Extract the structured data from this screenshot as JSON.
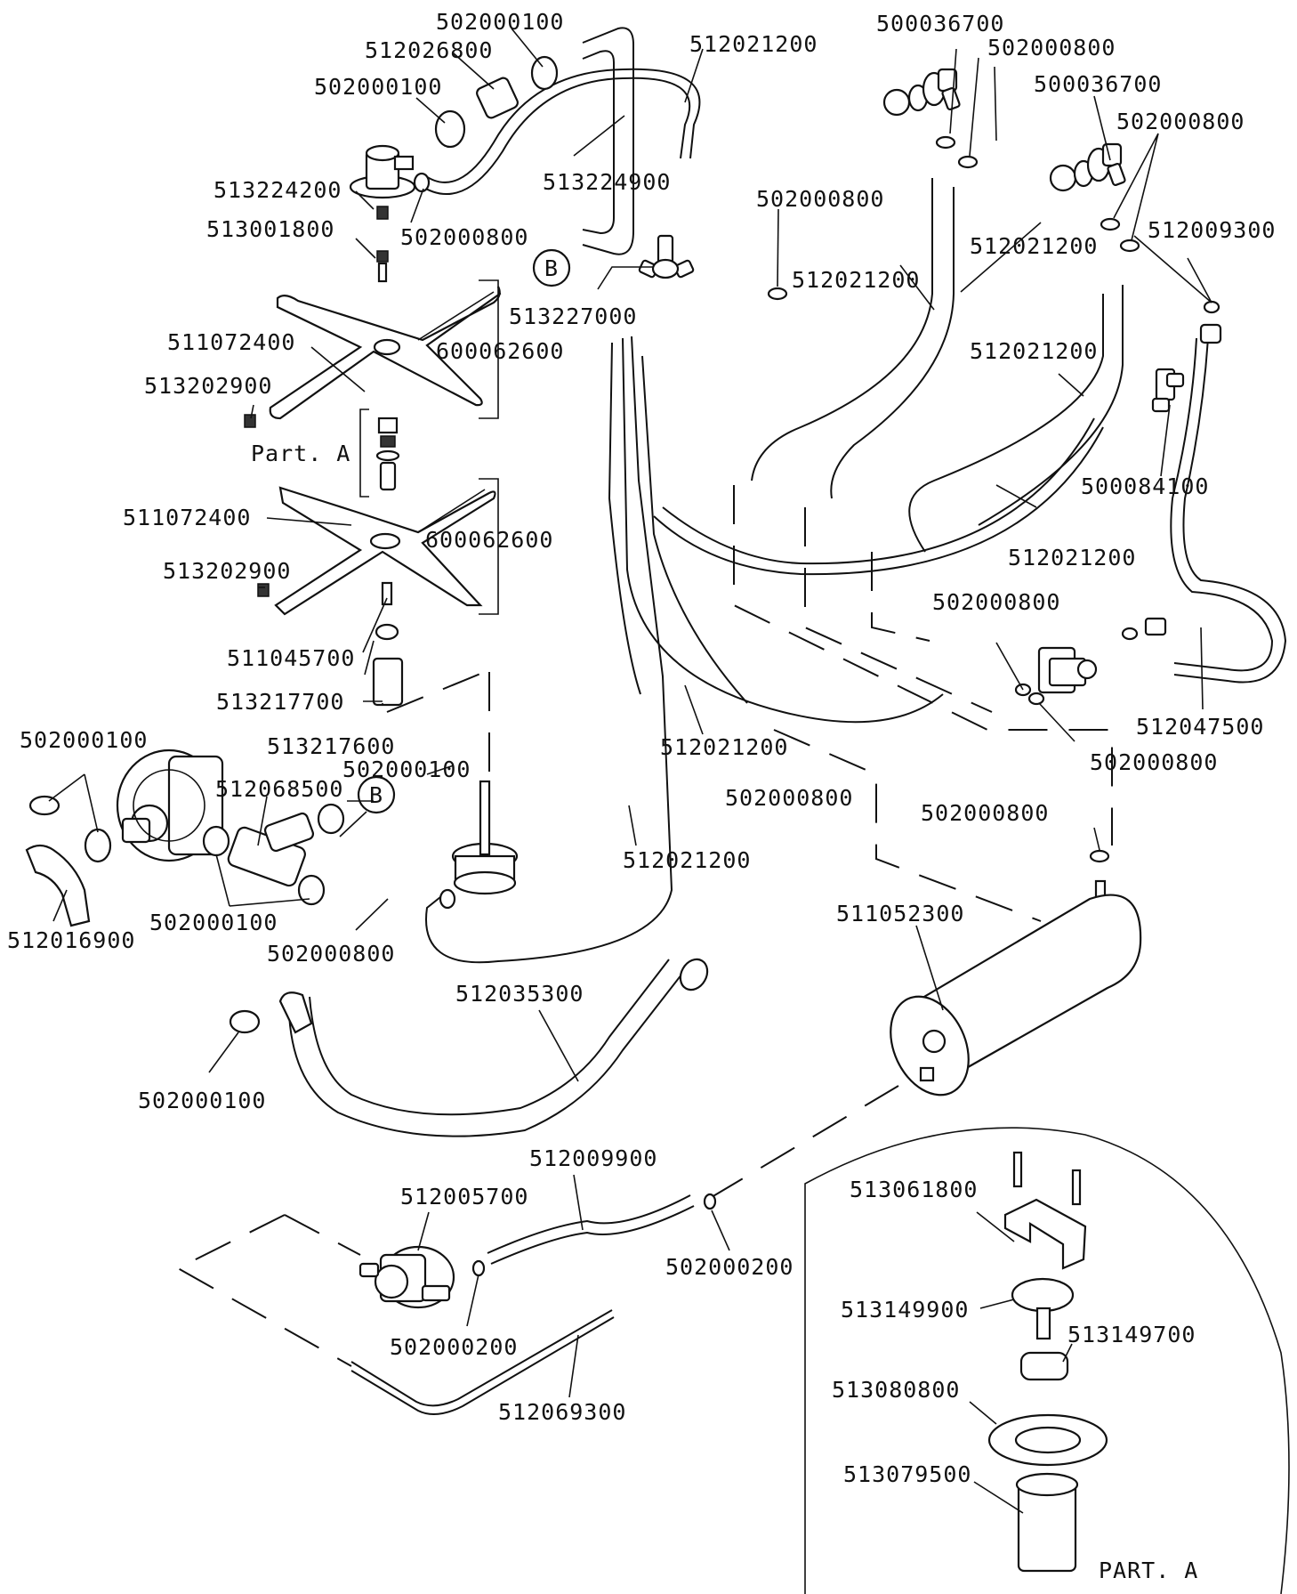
{
  "labels": {
    "p502000100_a": "502000100",
    "p512026800": "512026800",
    "p502000100_b": "502000100",
    "p512021200_top": "512021200",
    "p513224900": "513224900",
    "p513224200": "513224200",
    "p502000800_a": "502000800",
    "p513001800": "513001800",
    "marker_b_top": "B",
    "p513227000": "513227000",
    "p502000800_mid": "502000800",
    "p500036700_a": "500036700",
    "p502000800_b": "502000800",
    "p500036700_b": "500036700",
    "p502000800_c": "502000800",
    "p512021200_b": "512021200",
    "p512009300": "512009300",
    "p512021200_c": "512021200",
    "p512021200_d": "512021200",
    "p511072400_a": "511072400",
    "p600062600_a": "600062600",
    "p513202900_a": "513202900",
    "part_a_ref": "Part. A",
    "p511072400_b": "511072400",
    "p600062600_b": "600062600",
    "p513202900_b": "513202900",
    "p500084100": "500084100",
    "p512021200_e": "512021200",
    "p502000800_d": "502000800",
    "p511045700": "511045700",
    "p513217700": "513217700",
    "p513217600": "513217600",
    "p502000100_c": "502000100",
    "p512068500": "512068500",
    "p502000100_d": "502000100",
    "marker_b_bottom": "B",
    "p512047500": "512047500",
    "p502000800_e": "502000800",
    "p512021200_f": "512021200",
    "p502000800_f": "502000800",
    "p502000800_g": "502000800",
    "p512021200_g": "512021200",
    "p512016900": "512016900",
    "p502000100_e": "502000100",
    "p502000800_h": "502000800",
    "p511052300": "511052300",
    "p512035300": "512035300",
    "p502000100_f": "502000100",
    "p512009900": "512009900",
    "p512005700": "512005700",
    "p513061800": "513061800",
    "p502000200_a": "502000200",
    "p513149900": "513149900",
    "p513149700": "513149700",
    "p502000200_b": "502000200",
    "p512069300": "512069300",
    "p513080800": "513080800",
    "p513079500": "513079500",
    "part_a_title": "PART. A"
  }
}
